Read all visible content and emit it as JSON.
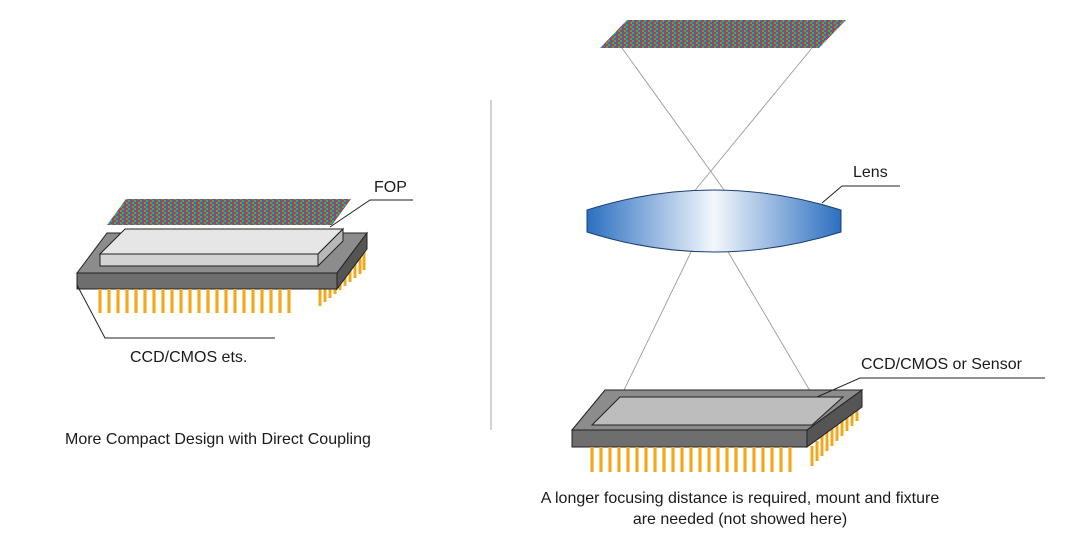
{
  "left_panel": {
    "fop_label": "FOP",
    "sensor_label": "CCD/CMOS ets.",
    "caption": "More Compact Design with Direct Coupling"
  },
  "right_panel": {
    "lens_label": "Lens",
    "sensor_label": "CCD/CMOS or Sensor",
    "caption_line1": "A longer focusing distance is required, mount and fixture",
    "caption_line2": "are needed (not showed here)"
  },
  "colors": {
    "chip_top": "#8c8c8c",
    "chip_front": "#6e6e6e",
    "chip_side": "#555555",
    "pins": "#f2a81d",
    "window": "#bdbdbd",
    "fop_block": "#e6e6e6",
    "lens_blue": "#2b6fc0",
    "divider": "#b5b5b5"
  }
}
